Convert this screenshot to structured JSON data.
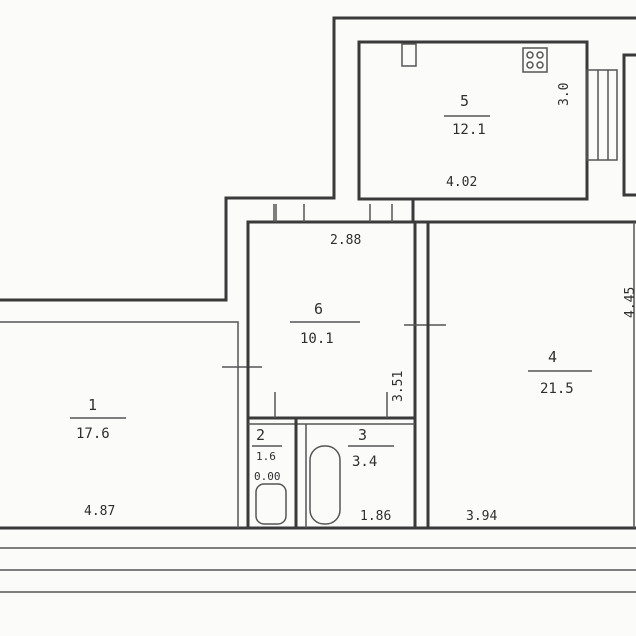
{
  "rooms": [
    {
      "id": "1",
      "number": "1",
      "area": "17.6"
    },
    {
      "id": "2",
      "number": "2",
      "area": "1.6",
      "extra": "0.00"
    },
    {
      "id": "3",
      "number": "3",
      "area": "3.4"
    },
    {
      "id": "4",
      "number": "4",
      "area": "21.5"
    },
    {
      "id": "5",
      "number": "5",
      "area": "12.1"
    },
    {
      "id": "6",
      "number": "6",
      "area": "10.1"
    }
  ],
  "dimensions": {
    "room1_width": "4.87",
    "room3_width": "1.86",
    "room4_width": "3.94",
    "room5_width": "4.02",
    "room5_height": "3.0",
    "room6_width": "2.88",
    "room6_height": "3.51",
    "room4_height": "4.45"
  }
}
